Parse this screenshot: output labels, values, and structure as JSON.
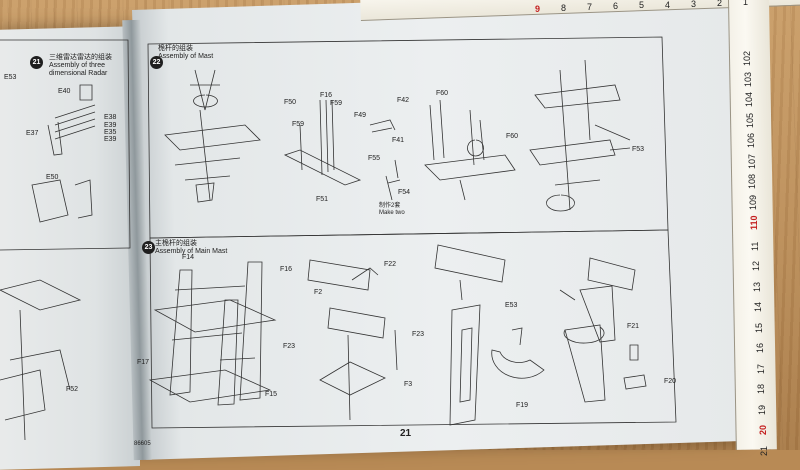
{
  "left_page": {
    "labels": {
      "e53": "E53",
      "e40": "E40",
      "e38": "E38",
      "e39a": "E39",
      "e37": "E37",
      "e35": "E35",
      "e39b": "E39",
      "e50": "E50",
      "f52": "F52"
    },
    "step21": {
      "number": "21",
      "title_cn": "三维雷达雷达的组装",
      "title_en_1": "Assembly of three",
      "title_en_2": "dimensional Radar"
    }
  },
  "right_page": {
    "step_mast": {
      "number": "22",
      "title_cn": "桅杆的组装",
      "title_en": "Assembly of Mast"
    },
    "step_main_mast": {
      "number": "23",
      "title_cn": "主桅杆的组装",
      "title_en": "Assembly of Main Mast"
    },
    "labels": {
      "f50": "F50",
      "f16a": "F16",
      "f59a": "F59",
      "f59b": "F59",
      "f49": "F49",
      "f42": "F42",
      "f41": "F41",
      "f55": "F55",
      "f54": "F54",
      "make_two_cn": "制作2套",
      "make_two": "Make two",
      "f51": "F51",
      "f60a": "F60",
      "f60b": "F60",
      "f53": "F53",
      "f14": "F14",
      "f16b": "F16",
      "f17": "F17",
      "f15": "F15",
      "f22": "F22",
      "f2": "F2",
      "f23a": "F23",
      "f23b": "F23",
      "f3": "F3",
      "e53": "E53",
      "f19": "F19",
      "f21": "F21",
      "f20": "F20"
    },
    "page_number": "21",
    "kit_code": "86605"
  },
  "ruler_right": [
    "102",
    "103",
    "104",
    "105",
    "106",
    "107",
    "108",
    "109",
    "110",
    "11",
    "12",
    "13",
    "14",
    "15",
    "16",
    "17",
    "18",
    "19",
    "20",
    "21"
  ],
  "ruler_top": [
    "9",
    "8",
    "7",
    "6",
    "5",
    "4",
    "3",
    "2",
    "1"
  ]
}
